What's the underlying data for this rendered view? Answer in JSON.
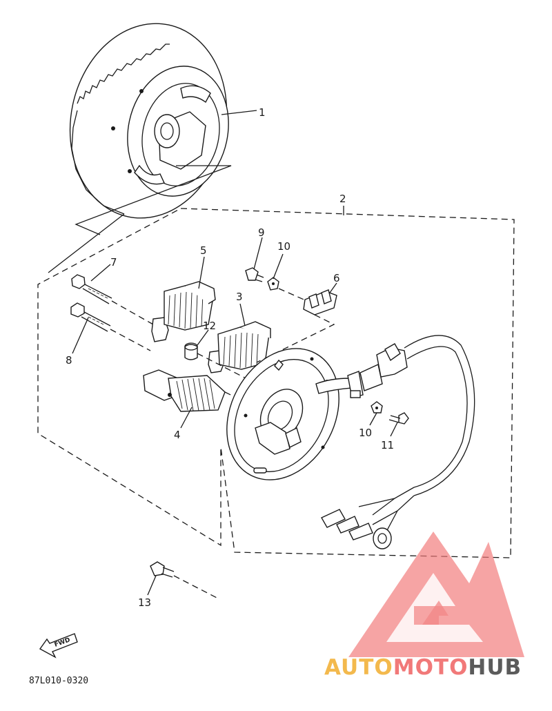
{
  "diagram": {
    "callouts": [
      "1",
      "2",
      "3",
      "4",
      "5",
      "6",
      "7",
      "8",
      "9",
      "10",
      "10",
      "11",
      "12",
      "13"
    ],
    "fwd_label": "FWD",
    "reference_code": "87L010-0320"
  },
  "watermark": {
    "auto": "AUTO",
    "moto": "MOTO",
    "hub": "HUB",
    "colors": {
      "auto": "#f2b23a",
      "moto": "#f06b6b",
      "hub": "#4a4a4a",
      "logo": "#f27a7a"
    }
  },
  "colors": {
    "ink": "#1a1a1a",
    "background": "#ffffff"
  }
}
